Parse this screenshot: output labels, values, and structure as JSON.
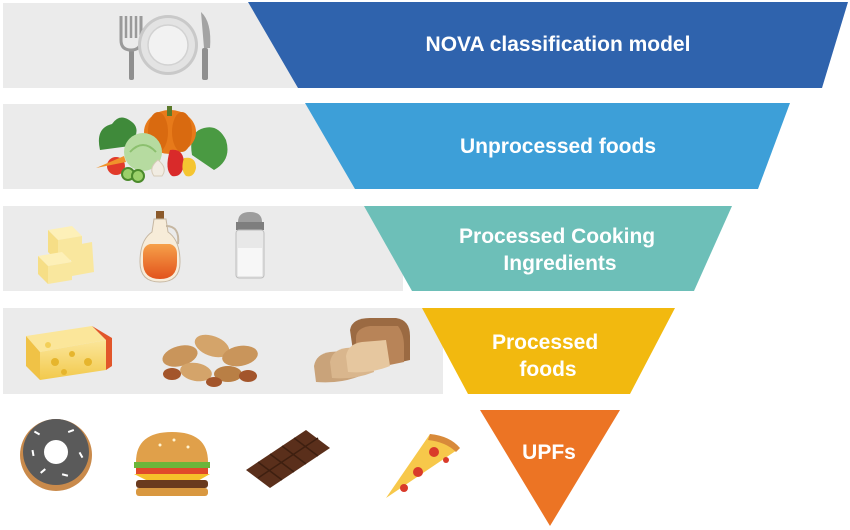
{
  "diagram": {
    "tiers": [
      {
        "id": "nova",
        "lines": [
          "NOVA classification model"
        ],
        "color": "#2f63ad",
        "icons": [
          "plate-cutlery-icon"
        ]
      },
      {
        "id": "unprocessed",
        "lines": [
          "Unprocessed foods"
        ],
        "color": "#3d9fd8",
        "icons": [
          "vegetables-icon"
        ]
      },
      {
        "id": "cooking",
        "lines": [
          "Processed Cooking",
          "Ingredients"
        ],
        "color": "#6dbfb8",
        "icons": [
          "butter-cubes-icon",
          "oil-bottle-icon",
          "salt-shaker-icon"
        ]
      },
      {
        "id": "processed",
        "lines": [
          "Processed",
          "foods"
        ],
        "color": "#f2b90f",
        "icons": [
          "cheese-icon",
          "peanuts-icon",
          "bread-icon"
        ]
      },
      {
        "id": "upf",
        "lines": [
          "UPFs"
        ],
        "color": "#ec7424",
        "icons": [
          "donut-icon",
          "burger-icon",
          "chocolate-icon",
          "pizza-icon"
        ]
      }
    ],
    "band_color": "#ebebeb"
  }
}
